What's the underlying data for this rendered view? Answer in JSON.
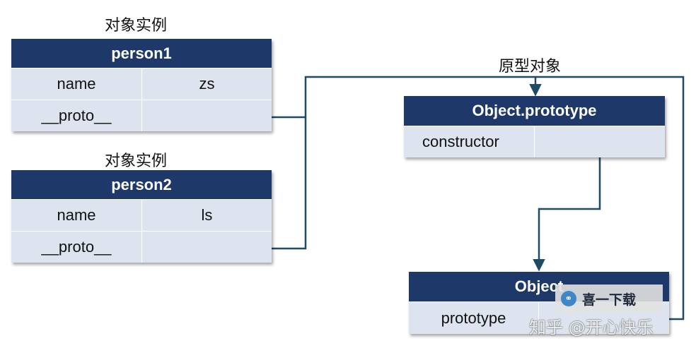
{
  "instance1": {
    "caption": "对象实例",
    "title": "person1",
    "rows": [
      {
        "key": "name",
        "value": "zs"
      },
      {
        "key": "__proto__",
        "value": ""
      }
    ]
  },
  "instance2": {
    "caption": "对象实例",
    "title": "person2",
    "rows": [
      {
        "key": "name",
        "value": "ls"
      },
      {
        "key": "__proto__",
        "value": ""
      }
    ]
  },
  "prototype_caption": "原型对象",
  "prototype_obj": {
    "title": "Object.prototype",
    "rows": [
      {
        "key": "constructor",
        "value": ""
      }
    ]
  },
  "ctor": {
    "title": "Object",
    "rows": [
      {
        "key": "prototype",
        "value": ""
      }
    ]
  },
  "watermark": {
    "brand": "喜一下载",
    "credit": "知乎 @开心快乐"
  },
  "colors": {
    "header": "#1d3869",
    "cell": "#dde4ef",
    "arrow": "#1f4a63"
  }
}
